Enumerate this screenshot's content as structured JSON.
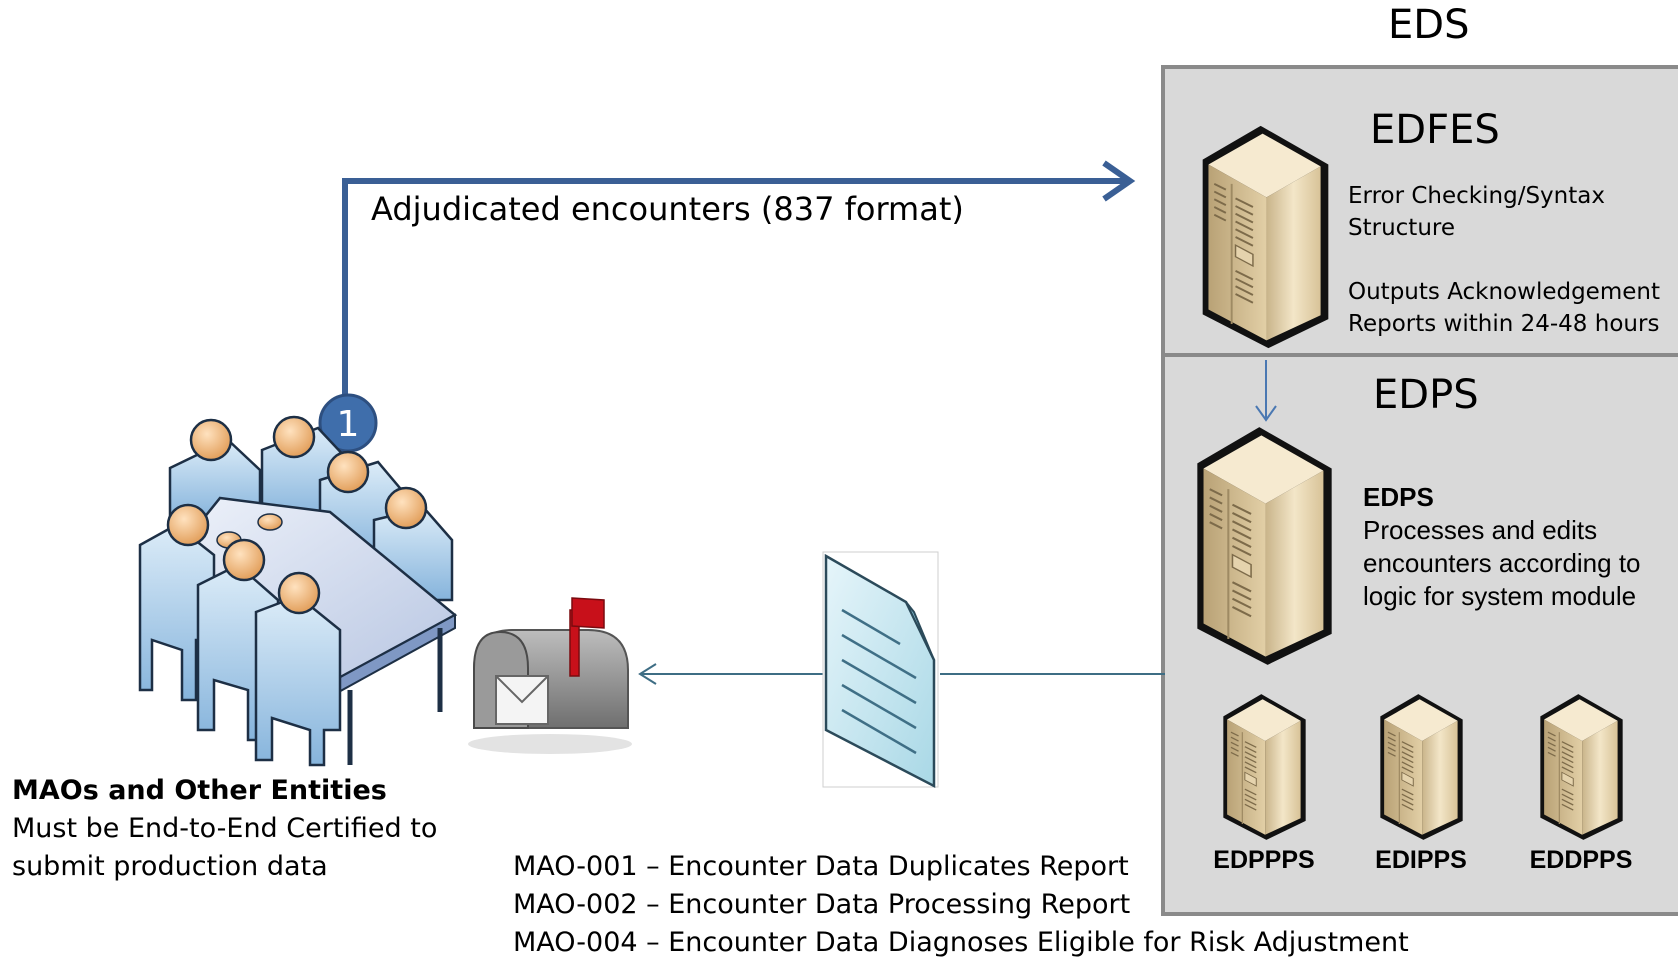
{
  "eds": {
    "title": "EDS"
  },
  "edfes": {
    "title": "EDFES",
    "note_line1": "Error Checking/Syntax",
    "note_line2": "Structure",
    "note_line3": "Outputs Acknowledgement",
    "note_line4": "Reports within 24-48 hours"
  },
  "edps": {
    "title": "EDPS",
    "desc_title": "EDPS",
    "desc_line1": "Processes and edits",
    "desc_line2": "encounters according to",
    "desc_line3": "logic for system module"
  },
  "subsystems": [
    "EDPPPS",
    "EDIPPS",
    "EDDPPS"
  ],
  "flow": {
    "step_number": "1",
    "label": "Adjudicated encounters (837 format)"
  },
  "entities": {
    "title": "MAOs and Other Entities",
    "line1": "Must be End-to-End Certified to",
    "line2": "submit production data"
  },
  "reports": [
    "MAO-001 – Encounter Data Duplicates Report",
    "MAO-002 – Encounter Data Processing Report",
    "MAO-004 – Encounter Data Diagnoses Eligible for Risk Adjustment"
  ],
  "colors": {
    "flow_blue": "#3a5f95",
    "return_line": "#3e6d84",
    "eds_panel": "#d9d9d9",
    "eds_border": "#8a8a8a",
    "server_beige": "#e8d7b0"
  }
}
